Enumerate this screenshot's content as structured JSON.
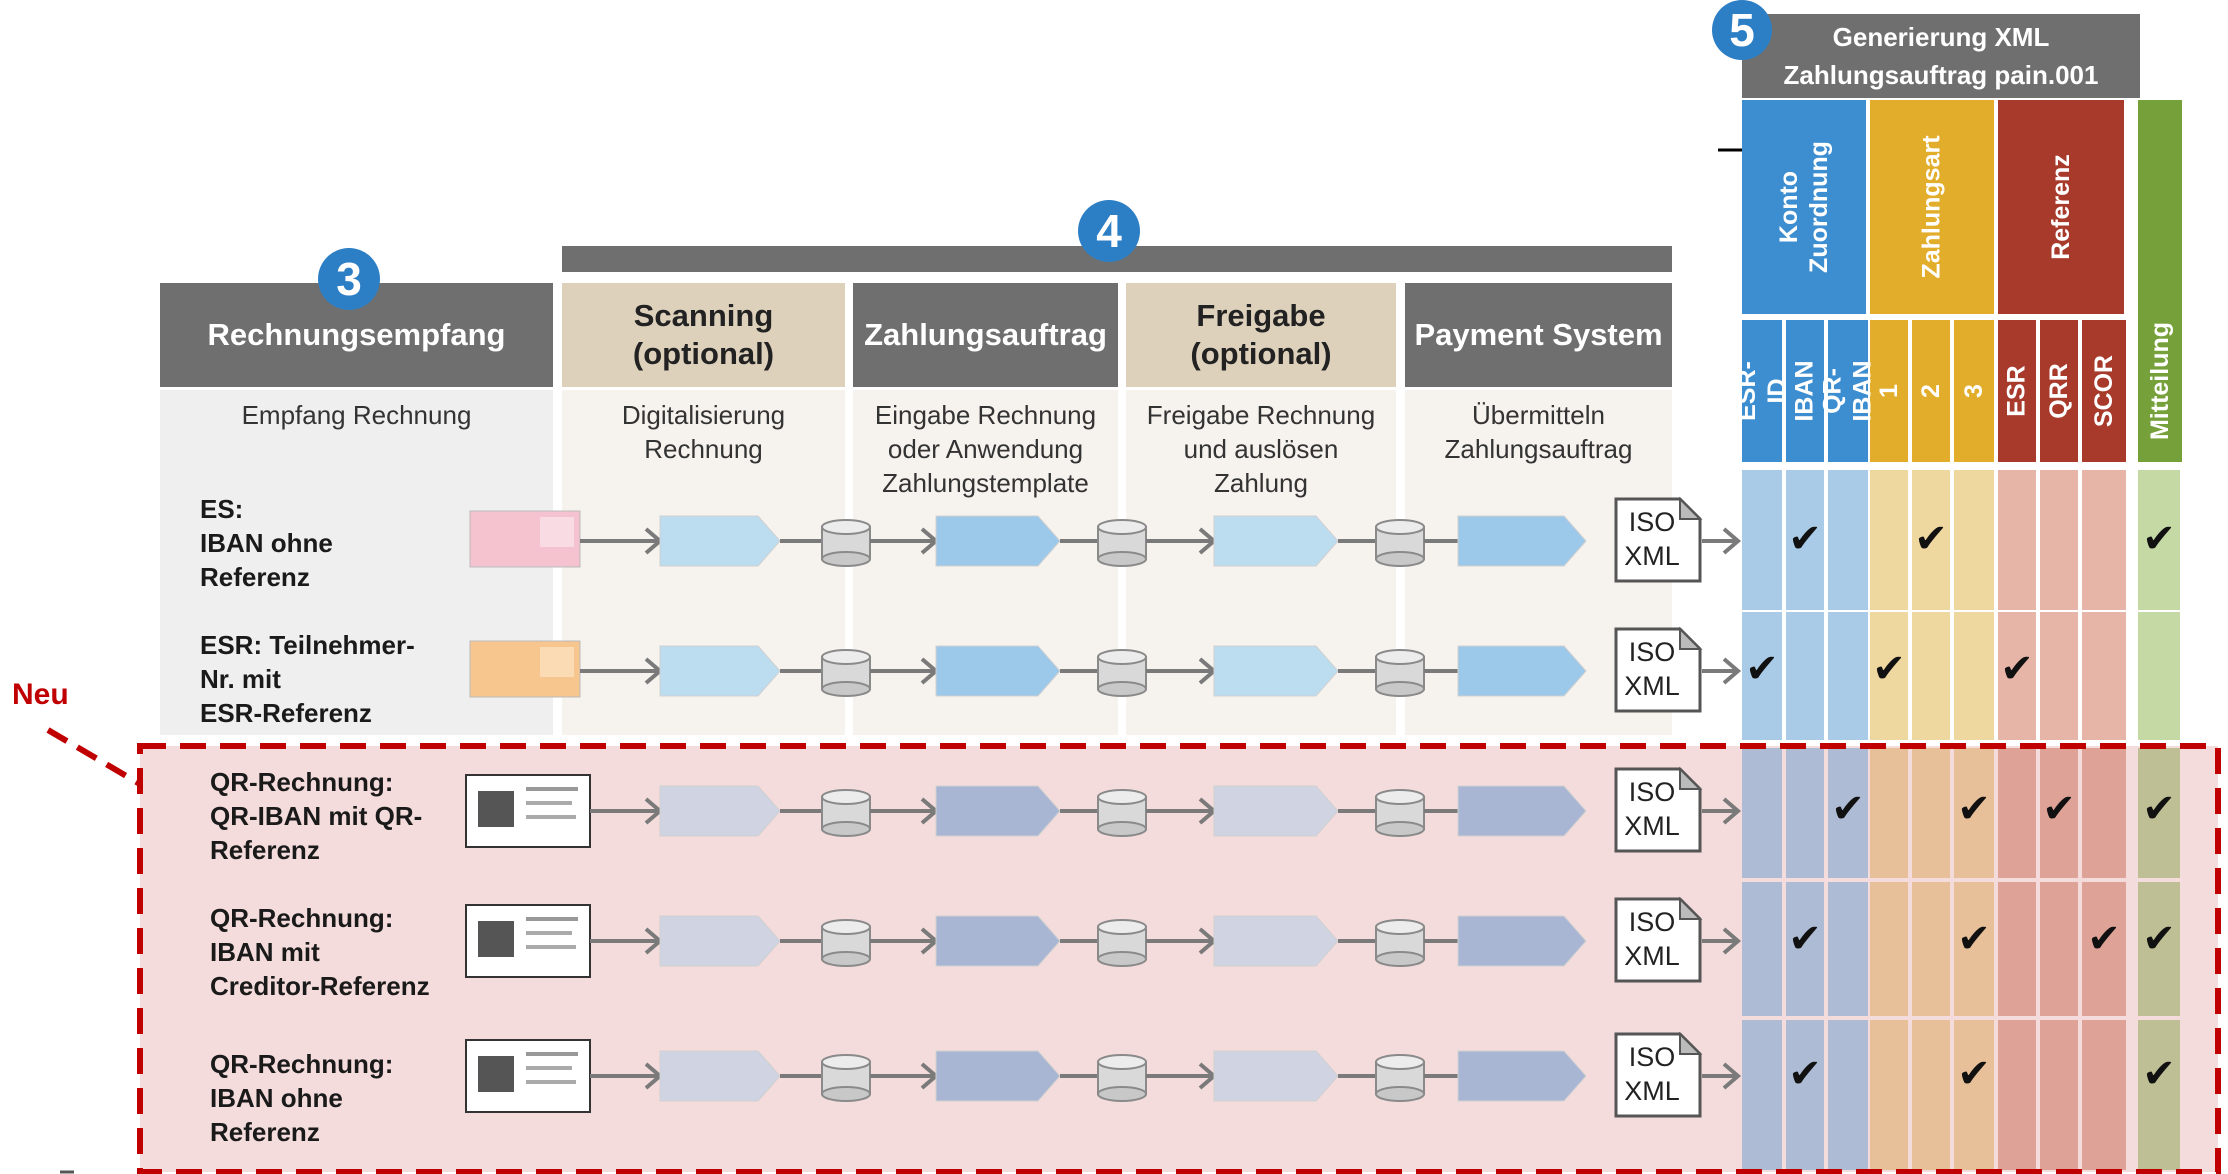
{
  "badges": {
    "b3": "3",
    "b4": "4",
    "b5": "5"
  },
  "neu_label": "Neu",
  "stages": [
    {
      "title": "Rechnungsempfang",
      "desc": "Empfang Rechnung"
    },
    {
      "title": "Scanning\n(optional)",
      "desc": "Digitalisierung\nRechnung"
    },
    {
      "title": "Zahlungsauftrag",
      "desc": "Eingabe Rechnung\noder Anwendung\nZahlungstemplate"
    },
    {
      "title": "Freigabe\n(optional)",
      "desc": "Freigabe Rechnung\nund auslösen\nZahlung"
    },
    {
      "title": "Payment System",
      "desc": "Übermitteln\nZahlungsauftrag"
    }
  ],
  "xml_section": {
    "title": "Generierung XML\nZahlungsauftrag pain.001",
    "groups": [
      {
        "label": "Konto\nZuordnung",
        "color": "#3c8ed0",
        "light": "#a9cbe7",
        "lightNew": "#aebbd4"
      },
      {
        "label": "Zahlungsart",
        "color": "#e2ad2a",
        "light": "#efd7a0",
        "lightNew": "#e7bf98"
      },
      {
        "label": "Referenz",
        "color": "#a83a2c",
        "light": "#e7b4a8",
        "lightNew": "#dea396"
      },
      {
        "label": "Mitteilung",
        "color": "#76a13a",
        "light": "#c5d9a5",
        "lightNew": "#bfbf95"
      }
    ],
    "columns": [
      "ESR-ID",
      "IBAN",
      "QR-IBAN",
      "1",
      "2",
      "3",
      "ESR",
      "QRR",
      "SCOR",
      "Mitteilung"
    ],
    "iso_label": "ISO\nXML"
  },
  "rows": [
    {
      "label": "ES:\nIBAN ohne\nReferenz",
      "is_new": false,
      "checks": [
        false,
        true,
        false,
        false,
        true,
        false,
        false,
        false,
        false,
        true
      ]
    },
    {
      "label": "ESR: Teilnehmer-\nNr. mit\nESR-Referenz",
      "is_new": false,
      "checks": [
        true,
        false,
        false,
        true,
        false,
        false,
        true,
        false,
        false,
        false
      ]
    },
    {
      "label": "QR-Rechnung:\nQR-IBAN mit QR-\nReferenz",
      "is_new": true,
      "checks": [
        false,
        false,
        true,
        false,
        false,
        true,
        false,
        true,
        false,
        true
      ]
    },
    {
      "label": "QR-Rechnung:\nIBAN mit\nCreditor-Referenz",
      "is_new": true,
      "checks": [
        false,
        true,
        false,
        false,
        false,
        true,
        false,
        false,
        true,
        true
      ]
    },
    {
      "label": "QR-Rechnung:\nIBAN ohne\nReferenz",
      "is_new": true,
      "checks": [
        false,
        true,
        false,
        false,
        false,
        true,
        false,
        false,
        false,
        true
      ]
    }
  ],
  "colors": {
    "header_gray": "#6f6f6f",
    "header_beige": "#ddd1bc",
    "new_zone": "#f5dcdc",
    "dash_red": "#c00000",
    "arrow_blue_light": "#bcdcf0",
    "arrow_blue": "#9cc8ea"
  }
}
